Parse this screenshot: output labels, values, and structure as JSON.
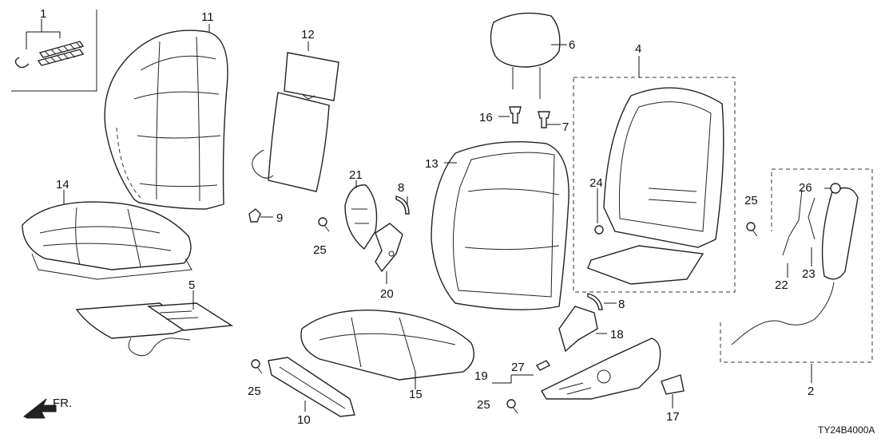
{
  "diagram": {
    "code": "TY24B4000A",
    "direction_label": "FR.",
    "callouts": [
      {
        "id": "c1",
        "text": "1"
      },
      {
        "id": "c2",
        "text": "2"
      },
      {
        "id": "c4",
        "text": "4"
      },
      {
        "id": "c5",
        "text": "5"
      },
      {
        "id": "c6",
        "text": "6"
      },
      {
        "id": "c7",
        "text": "7"
      },
      {
        "id": "c8a",
        "text": "8"
      },
      {
        "id": "c8b",
        "text": "8"
      },
      {
        "id": "c9",
        "text": "9"
      },
      {
        "id": "c10",
        "text": "10"
      },
      {
        "id": "c11",
        "text": "11"
      },
      {
        "id": "c12",
        "text": "12"
      },
      {
        "id": "c13",
        "text": "13"
      },
      {
        "id": "c14",
        "text": "14"
      },
      {
        "id": "c15",
        "text": "15"
      },
      {
        "id": "c16",
        "text": "16"
      },
      {
        "id": "c17",
        "text": "17"
      },
      {
        "id": "c18",
        "text": "18"
      },
      {
        "id": "c19",
        "text": "19"
      },
      {
        "id": "c20",
        "text": "20"
      },
      {
        "id": "c21",
        "text": "21"
      },
      {
        "id": "c22",
        "text": "22"
      },
      {
        "id": "c23",
        "text": "23"
      },
      {
        "id": "c24",
        "text": "24"
      },
      {
        "id": "c25a",
        "text": "25"
      },
      {
        "id": "c25b",
        "text": "25"
      },
      {
        "id": "c25c",
        "text": "25"
      },
      {
        "id": "c25d",
        "text": "25"
      },
      {
        "id": "c26",
        "text": "26"
      },
      {
        "id": "c27",
        "text": "27"
      }
    ]
  }
}
